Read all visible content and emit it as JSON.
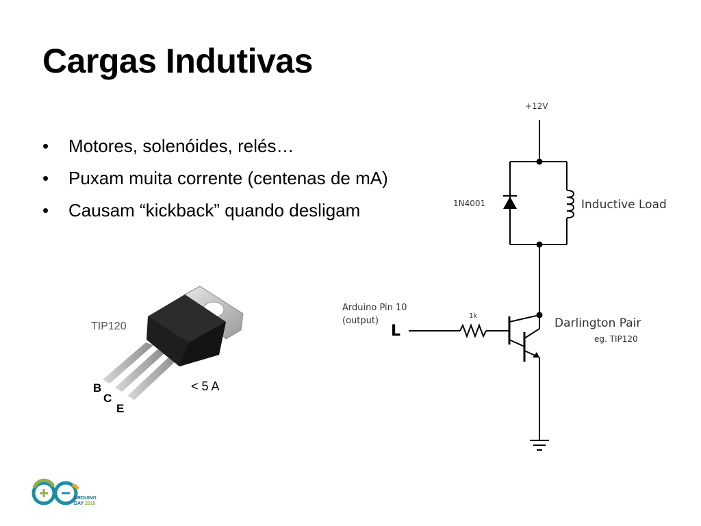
{
  "slide": {
    "title": "Cargas Indutivas",
    "bullets": [
      "Motores, solenóides, relés…",
      "Puxam muita corrente (centenas de mA)",
      "Causam “kickback” quando desligam"
    ]
  },
  "transistor": {
    "part": "TIP120",
    "pin_b": "B",
    "pin_c": "C",
    "pin_e": "E",
    "current_limit": "< 5 A"
  },
  "schematic": {
    "supply": "+12V",
    "diode": "1N4001",
    "load": "Inductive Load",
    "input_line1": "Arduino Pin 10",
    "input_line2": "(output)",
    "input_symbol": "L",
    "resistor": "1k",
    "transistor_name": "Darlington Pair",
    "transistor_example": "eg. TIP120"
  },
  "logo": {
    "line1": "ARDUINO",
    "line2": "DAY",
    "year": "2015"
  }
}
